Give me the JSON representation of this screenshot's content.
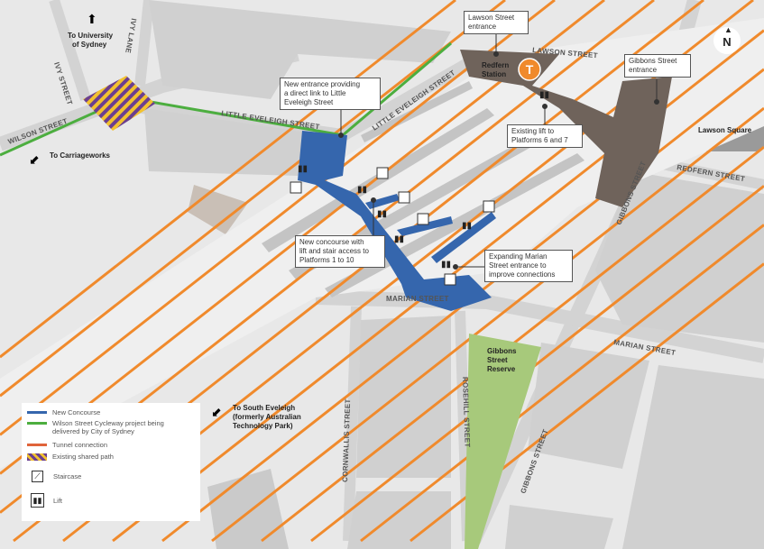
{
  "colors": {
    "concourse": "#3566ad",
    "cycleway": "#4cae3f",
    "tunnel": "#f08a2c",
    "station": "#6f635b",
    "reserve": "#a7c97b",
    "shared_path_a": "#6b3f8f",
    "shared_path_b": "#f2c230"
  },
  "north": "N",
  "station": {
    "name_line1": "Redfern",
    "name_line2": "Station",
    "icon": "T"
  },
  "directions": {
    "university_line1": "To University",
    "university_line2": "of Sydney",
    "carriageworks": "To Carriageworks",
    "south_eveleigh_line1": "To South Eveleigh",
    "south_eveleigh_line2": "(formerly Australian",
    "south_eveleigh_line3": "Technology Park)"
  },
  "streets": {
    "ivy_street": "IVY STREET",
    "ivy_lane": "IVY LANE",
    "wilson_street": "WILSON STREET",
    "little_eveleigh_1": "LITTLE EVELEIGH STREET",
    "little_eveleigh_2": "LITTLE EVELEIGH STREET",
    "lawson_street": "LAWSON STREET",
    "gibbons_street": "GIBBONS STREET",
    "redfern_street": "REDFERN STREET",
    "marian_street_1": "MARIAN STREET",
    "marian_street_2": "MARIAN STREET",
    "rosehill_street": "ROSEHILL STREET",
    "cornwallis_street": "CORNWALLIS STREET",
    "gibbons_street_2": "GIBBONS STREET"
  },
  "places": {
    "lawson_square": "Lawson Square",
    "reserve_line1": "Gibbons",
    "reserve_line2": "Street",
    "reserve_line3": "Reserve"
  },
  "callouts": {
    "lawson_entrance": [
      "Lawson Street",
      "entrance"
    ],
    "gibbons_entrance": [
      "Gibbons Street",
      "entrance"
    ],
    "new_entrance": [
      "New entrance providing",
      "a direct link to Little",
      "Eveleigh Street"
    ],
    "existing_lift": [
      "Existing lift to",
      "Platforms 6 and 7"
    ],
    "new_concourse": [
      "New concourse with",
      "lift and stair access to",
      "Platforms 1 to 10"
    ],
    "marian_entrance": [
      "Expanding Marian",
      "Street entrance to",
      "improve connections"
    ]
  },
  "legend": {
    "new_concourse": "New Concourse",
    "cycleway_line1": "Wilson Street Cycleway project being",
    "cycleway_line2": "delivered by City of Sydney",
    "tunnel": "Tunnel connection",
    "shared_path": "Existing shared path",
    "staircase": "Staircase",
    "lift": "Lift"
  }
}
